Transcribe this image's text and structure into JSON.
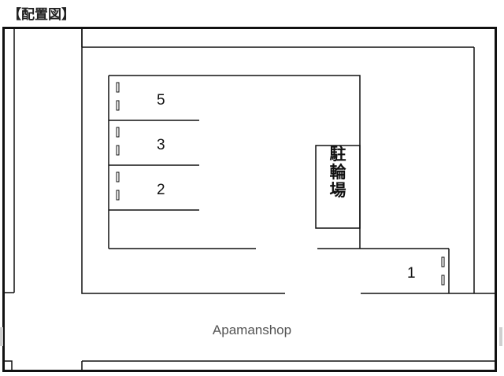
{
  "title": "【配置図】",
  "bike_parking": {
    "label": "駐輪場",
    "chars": [
      "駐",
      "輪",
      "場"
    ]
  },
  "parking_spaces": [
    {
      "number": "5"
    },
    {
      "number": "3"
    },
    {
      "number": "2"
    },
    {
      "number": "1"
    }
  ],
  "watermark": "Apamanshop",
  "colors": {
    "line": "#111111",
    "background": "#ffffff",
    "watermark": "#555555"
  }
}
